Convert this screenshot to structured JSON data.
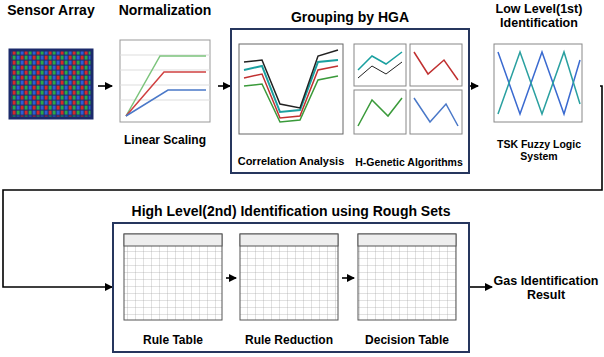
{
  "diagram": {
    "nodes": [
      {
        "text": [
          "Sensor Array"
        ]
      },
      {
        "text": [
          "Normalization",
          "Linear Scaling"
        ]
      },
      {
        "text": [
          "Grouping by HGA"
        ]
      },
      {
        "text": [
          "Correlation Analysis"
        ],
        "in": 2
      },
      {
        "text": [
          "H-Genetic Algorithms"
        ],
        "in": 2
      },
      {
        "text": [
          "Low Level(1st) Identification",
          "TSK Fuzzy Logic System"
        ]
      },
      {
        "text": [
          "High Level(2nd) Identification using Rough Sets"
        ]
      },
      {
        "text": [
          "Rule Table"
        ],
        "in": 6
      },
      {
        "text": [
          "Rule Reduction"
        ],
        "in": 6
      },
      {
        "text": [
          "Decision Table"
        ],
        "in": 6
      },
      {
        "text": [
          "Gas Identification Result"
        ]
      }
    ],
    "edges": [
      {
        "from": 0,
        "to": 1,
        "arrow": "to"
      },
      {
        "from": 1,
        "to": 2,
        "arrow": "to"
      },
      {
        "from": 2,
        "to": 5,
        "arrow": "to"
      },
      {
        "from": 5,
        "to": 6,
        "arrow": "to"
      },
      {
        "from": 7,
        "to": 8,
        "arrow": "to"
      },
      {
        "from": 8,
        "to": 9,
        "arrow": "to"
      },
      {
        "from": 6,
        "to": 10,
        "arrow": "to"
      }
    ]
  }
}
